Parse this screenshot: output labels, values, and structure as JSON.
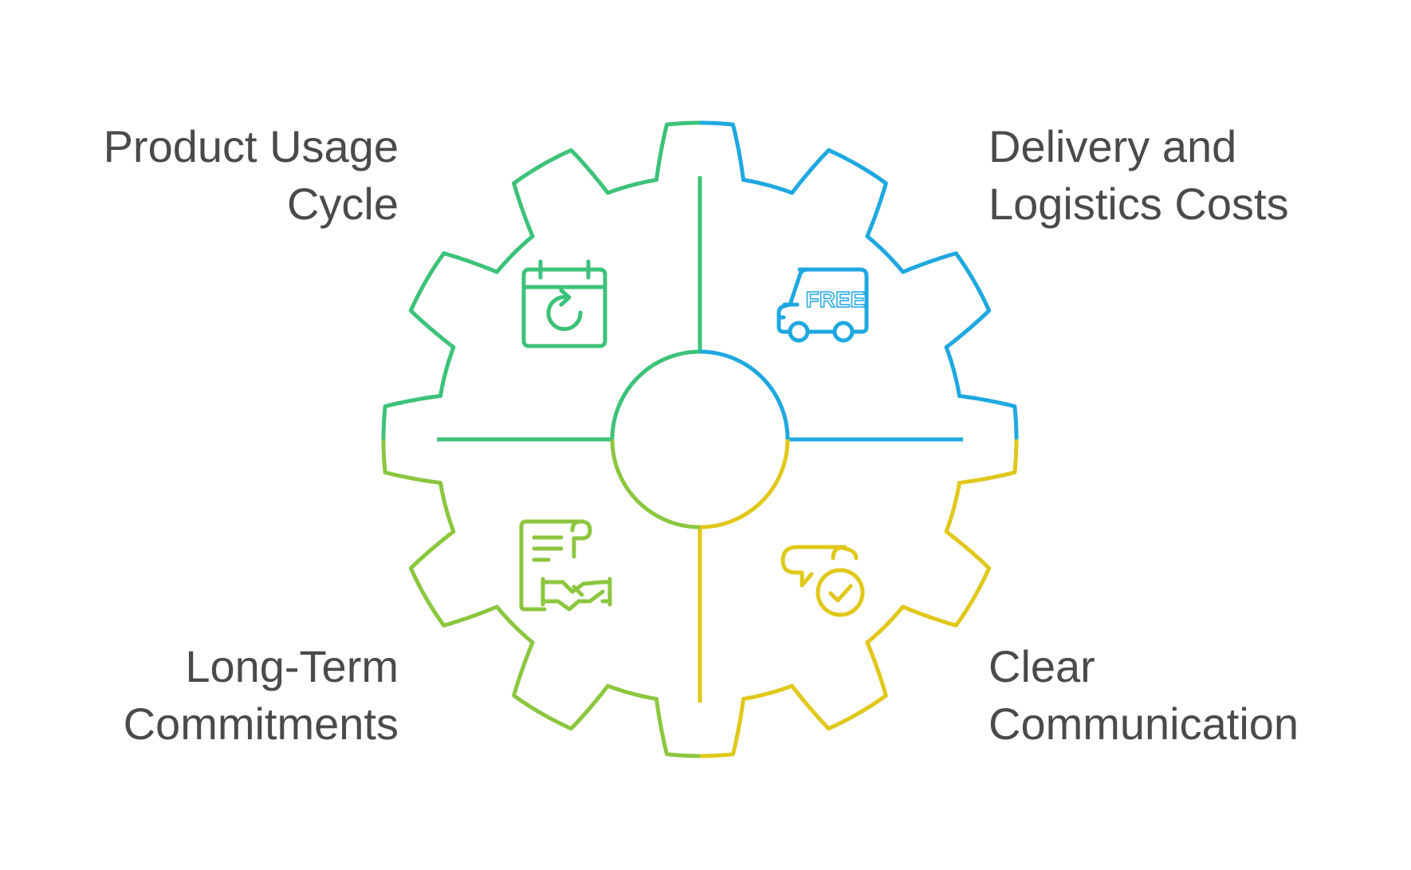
{
  "segments": [
    {
      "id": "top-left",
      "color": "#3cc27a",
      "icon": "calendar-refresh-icon",
      "lines": [
        "Product Usage",
        "Cycle"
      ]
    },
    {
      "id": "top-right",
      "color": "#1fa8e0",
      "icon": "free-delivery-truck-icon",
      "icon_text": "FREE",
      "lines": [
        "Delivery and",
        "Logistics Costs"
      ]
    },
    {
      "id": "bottom-left",
      "color": "#8cc63f",
      "icon": "contract-handshake-icon",
      "lines": [
        "Long-Term",
        "Commitments"
      ]
    },
    {
      "id": "bottom-right",
      "color": "#e0c81a",
      "icon": "chat-check-icon",
      "lines": [
        "Clear",
        "Communication"
      ]
    }
  ]
}
